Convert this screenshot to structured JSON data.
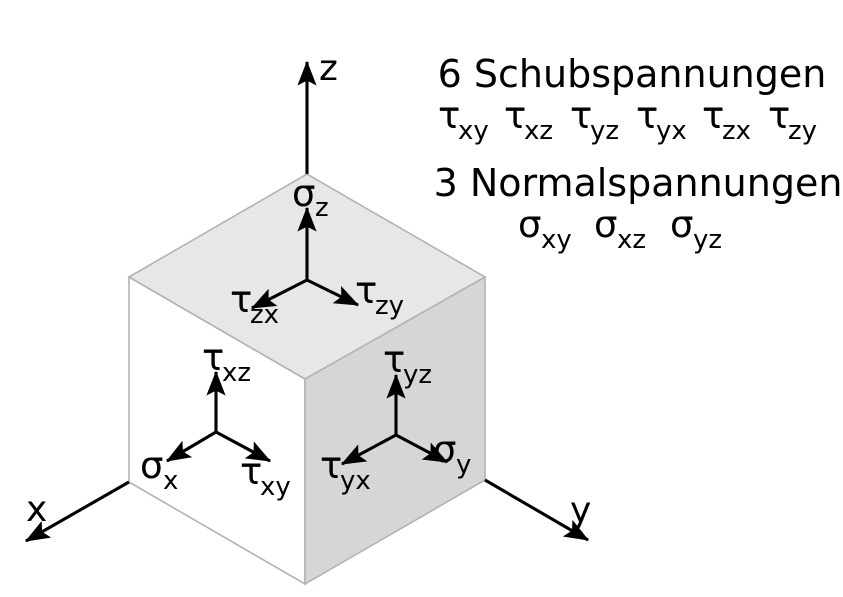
{
  "annotations": {
    "shear_heading": "6 Schubspannungen",
    "shear_symbols": [
      {
        "base": "τ",
        "sub": "xy"
      },
      {
        "base": "τ",
        "sub": "xz"
      },
      {
        "base": "τ",
        "sub": "yz"
      },
      {
        "base": "τ",
        "sub": "yx"
      },
      {
        "base": "τ",
        "sub": "zx"
      },
      {
        "base": "τ",
        "sub": "zy"
      }
    ],
    "normal_heading": "3 Normalspannungen",
    "normal_symbols": [
      {
        "base": "σ",
        "sub": "xy"
      },
      {
        "base": "σ",
        "sub": "xz"
      },
      {
        "base": "σ",
        "sub": "yz"
      }
    ]
  },
  "axes": [
    {
      "name": "x",
      "label": "x"
    },
    {
      "name": "y",
      "label": "y"
    },
    {
      "name": "z",
      "label": "z"
    }
  ],
  "cube": {
    "top_face": {
      "name": "top-face",
      "color": "#e7e7e7",
      "vectors": [
        {
          "name": "sigma-z",
          "base": "σ",
          "sub": "z",
          "direction": "up"
        },
        {
          "name": "tau-zx",
          "base": "τ",
          "sub": "zx",
          "direction": "down-left"
        },
        {
          "name": "tau-zy",
          "base": "τ",
          "sub": "zy",
          "direction": "down-right"
        }
      ]
    },
    "left_face": {
      "name": "left-face",
      "color": "#ffffff",
      "vectors": [
        {
          "name": "tau-xz",
          "base": "τ",
          "sub": "xz",
          "direction": "up"
        },
        {
          "name": "sigma-x",
          "base": "σ",
          "sub": "x",
          "direction": "down-left"
        },
        {
          "name": "tau-xy",
          "base": "τ",
          "sub": "xy",
          "direction": "down-right"
        }
      ]
    },
    "right_face": {
      "name": "right-face",
      "color": "#d5d7d7",
      "vectors": [
        {
          "name": "tau-yz",
          "base": "τ",
          "sub": "yz",
          "direction": "up"
        },
        {
          "name": "tau-yx",
          "base": "τ",
          "sub": "yx",
          "direction": "down-left"
        },
        {
          "name": "sigma-y",
          "base": "σ",
          "sub": "y",
          "direction": "down-right"
        }
      ]
    }
  }
}
